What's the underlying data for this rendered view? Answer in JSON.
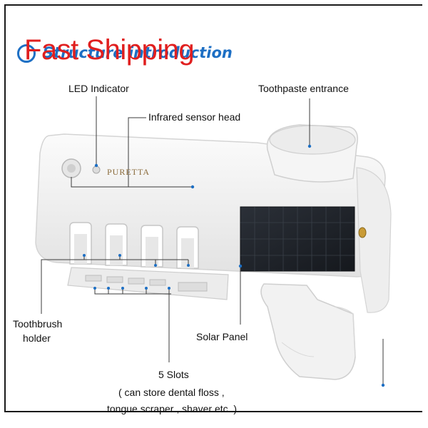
{
  "header": {
    "title": "Structure introduction",
    "watermark": "Fast Shipping"
  },
  "device": {
    "brand": "PURETTA"
  },
  "callouts": {
    "led_indicator": "LED Indicator",
    "toothpaste_entrance": "Toothpaste entrance",
    "infrared_sensor": "Infrared sensor head",
    "toothbrush_holder_line1": "Toothbrush",
    "toothbrush_holder_line2": "holder",
    "solar_panel": "Solar Panel",
    "slots_line1": "5 Slots",
    "slots_line2": "( can store dental floss ,",
    "slots_line3": "tongue scraper , shaver etc. )"
  },
  "colors": {
    "header_blue": "#1d6fc4",
    "watermark_red": "#e01f1f",
    "device_white": "#f3f3f3",
    "solar_dark": "#1f2329"
  }
}
